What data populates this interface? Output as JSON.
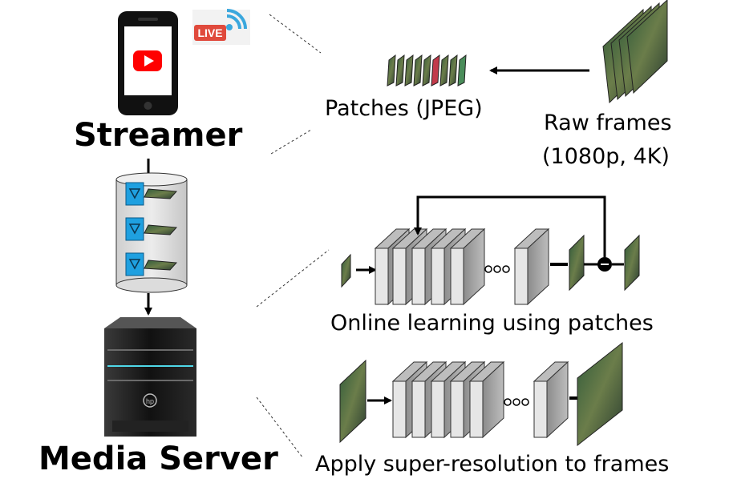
{
  "streamer": {
    "label": "Streamer",
    "live_badge": "LIVE"
  },
  "media_server": {
    "label": "Media Server"
  },
  "patches": {
    "label": "Patches (JPEG)"
  },
  "raw_frames": {
    "line1": "Raw frames",
    "line2": "(1080p, 4K)"
  },
  "online_learning": {
    "label": "Online learning using patches"
  },
  "apply_sr": {
    "label": "Apply super-resolution to frames"
  },
  "icons": [
    "phone-icon",
    "youtube-icon",
    "live-broadcast-icon",
    "storage-cylinder-icon",
    "server-tower-icon",
    "hp-logo-icon"
  ],
  "colors": {
    "phone_body": "#111111",
    "youtube_red": "#ff0000",
    "live_red": "#e04a3c",
    "storage_blue": "#1fa0e0",
    "layer_fill": "#d9d9d9",
    "server_glow": "#4fd8e8"
  }
}
